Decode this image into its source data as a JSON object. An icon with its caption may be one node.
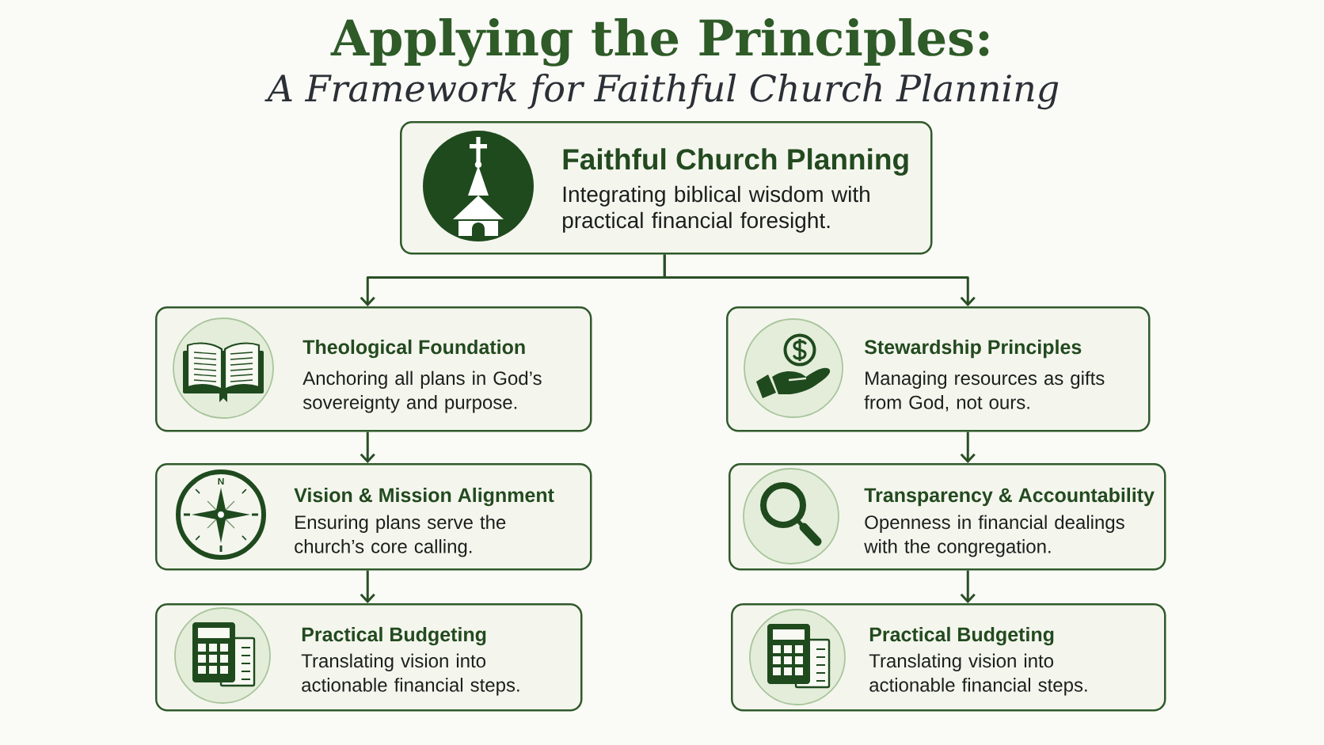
{
  "diagram": {
    "title": "Applying the Principles:",
    "nodes": [
      {
        "text": [
          "Faithful Church Planning",
          "Integrating biblical wisdom with practical financial foresight."
        ]
      },
      {
        "text": [
          "Theological Foundation",
          "Anchoring all plans in God’s sovereignty and purpose."
        ]
      },
      {
        "text": [
          "Stewardship Principles",
          "Managing resources as gifts from God, not ours."
        ]
      },
      {
        "text": [
          "Vision & Mission Alignment",
          "Ensuring plans serve the church’s core calling."
        ]
      },
      {
        "text": [
          "Transparency & Accountability",
          "Openness in financial dealings with the congregation."
        ]
      },
      {
        "text": [
          "Practical Budgeting",
          "Translating vision into actionable financial steps."
        ]
      },
      {
        "text": [
          "Practical Budgeting",
          "Translating vision into actionable financial steps."
        ]
      }
    ],
    "edges": [
      {
        "from": 0,
        "to": 1,
        "arrow": "to"
      },
      {
        "from": 0,
        "to": 2,
        "arrow": "to"
      },
      {
        "from": 1,
        "to": 3,
        "arrow": "to"
      },
      {
        "from": 2,
        "to": 4,
        "arrow": "to"
      },
      {
        "from": 3,
        "to": 5,
        "arrow": "to"
      },
      {
        "from": 4,
        "to": 6,
        "arrow": "to"
      }
    ],
    "labels": [
      "A Framework for Faithful Church Planning",
      "N"
    ]
  }
}
